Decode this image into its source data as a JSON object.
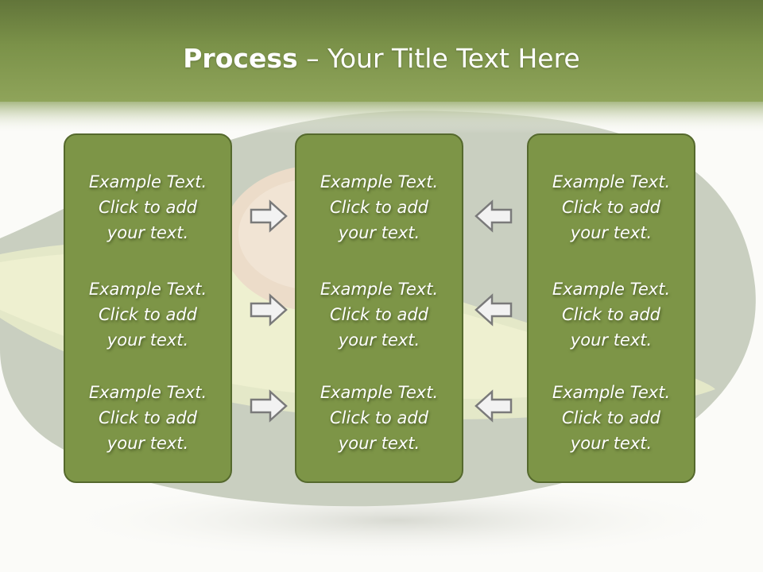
{
  "slide": {
    "title_bold": "Process",
    "title_rest": " – Your Title Text Here"
  },
  "columns": [
    {
      "items": [
        "Example Text.\nClick  to add\nyour text.",
        "Example Text.\nClick  to add\nyour text.",
        "Example Text.\nClick  to add\nyour text."
      ]
    },
    {
      "items": [
        "Example Text.\nClick  to add\nyour text.",
        "Example Text.\nClick  to add\nyour text.",
        "Example Text.\nClick  to add\nyour text."
      ]
    },
    {
      "items": [
        "Example Text.\nClick  to add\nyour text.",
        "Example Text.\nClick  to add\nyour text.",
        "Example Text.\nClick  to add\nyour text."
      ]
    }
  ],
  "arrows": {
    "left_column": "arrow-right-icon",
    "right_column": "arrow-left-icon"
  },
  "colors": {
    "header_green": "#8a9f52",
    "panel_green": "#7d9547",
    "panel_border": "#55692d",
    "arrow_fill": "#f2f2f2",
    "arrow_stroke": "#7a7a7a"
  }
}
